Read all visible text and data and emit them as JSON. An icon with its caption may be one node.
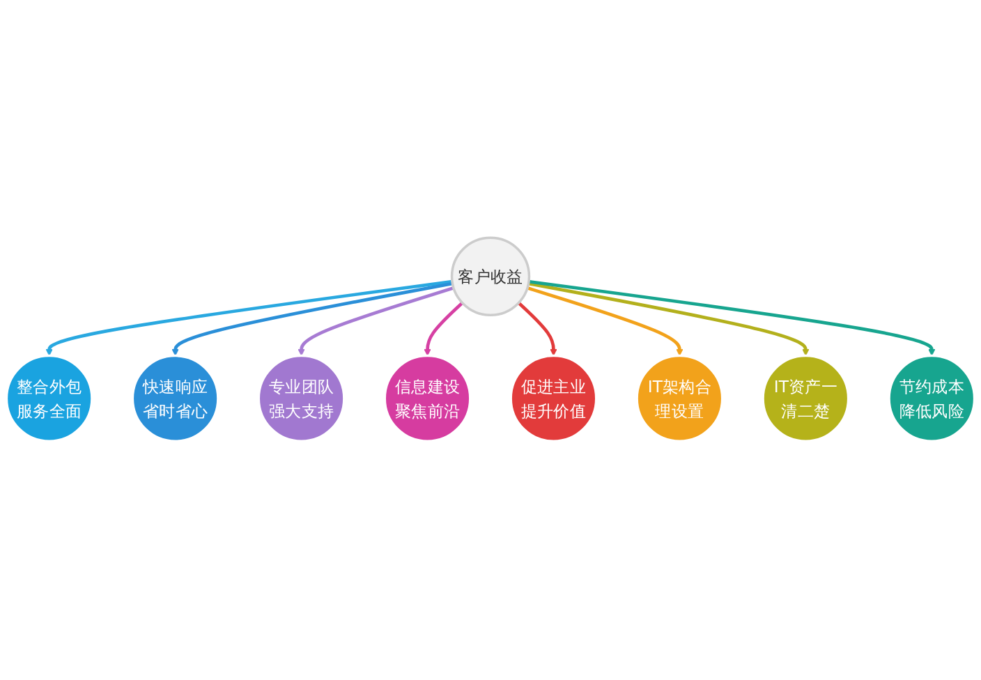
{
  "diagram": {
    "nodes": [
      {
        "text": [
          "客户收益"
        ]
      },
      {
        "text": [
          "整合外包服务全面"
        ]
      },
      {
        "text": [
          "快速响应省时省心"
        ]
      },
      {
        "text": [
          "专业团队强大支持"
        ]
      },
      {
        "text": [
          "信息建设聚焦前沿"
        ]
      },
      {
        "text": [
          "促进主业提升价值"
        ]
      },
      {
        "text": [
          "IT架构合理设置"
        ]
      },
      {
        "text": [
          "IT资产一清二楚"
        ]
      },
      {
        "text": [
          "节约成本降低风险"
        ]
      }
    ],
    "edges": [
      {
        "from": 0,
        "to": 1,
        "arrow": "to",
        "color": "#29a8e0"
      },
      {
        "from": 0,
        "to": 2,
        "arrow": "to",
        "color": "#2a8fd8"
      },
      {
        "from": 0,
        "to": 3,
        "arrow": "to",
        "color": "#a77bd3"
      },
      {
        "from": 0,
        "to": 4,
        "arrow": "to",
        "color": "#d640a3"
      },
      {
        "from": 0,
        "to": 5,
        "arrow": "to",
        "color": "#e23b3b"
      },
      {
        "from": 0,
        "to": 6,
        "arrow": "to",
        "color": "#f2a21b"
      },
      {
        "from": 0,
        "to": 7,
        "arrow": "to",
        "color": "#b3b01c"
      },
      {
        "from": 0,
        "to": 8,
        "arrow": "to",
        "color": "#17a58f"
      }
    ]
  }
}
